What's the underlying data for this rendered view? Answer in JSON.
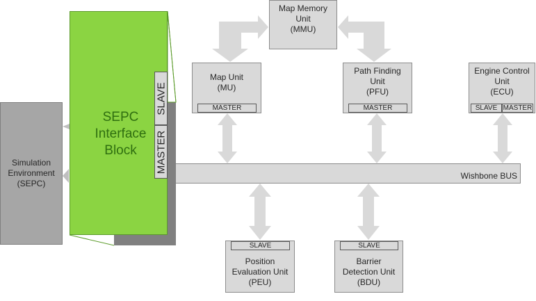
{
  "diagram": {
    "mmu": {
      "lines": [
        "Map Memory",
        "Unit",
        "(MMU)"
      ]
    },
    "mu": {
      "lines": [
        "Map Unit",
        "(MU)"
      ],
      "port": "MASTER"
    },
    "pfu": {
      "lines": [
        "Path Finding",
        "Unit",
        "(PFU)"
      ],
      "port": "MASTER"
    },
    "ecu": {
      "lines": [
        "Engine Control",
        "Unit",
        "(ECU)"
      ],
      "ports": [
        "SLAVE",
        "MASTER"
      ]
    },
    "peu": {
      "lines": [
        "Position",
        "Evaluation Unit",
        "(PEU)"
      ],
      "port": "SLAVE"
    },
    "bdu": {
      "lines": [
        "Barrier",
        "Detection Unit",
        "(BDU)"
      ],
      "port": "SLAVE"
    },
    "bus": {
      "label": "Wishbone BUS"
    },
    "sim_env": {
      "lines": [
        "Simulation",
        "Environment",
        "(SEPC)"
      ]
    },
    "sepc_block": {
      "lines": [
        "SEPC",
        "Interface",
        "Block"
      ],
      "ports": [
        "SLAVE",
        "MASTER"
      ]
    }
  },
  "colors": {
    "unit_fill": "#d9d9d9",
    "arrow_fill": "#d9d9d9",
    "sepc_green": "#8bd442",
    "sim_gray": "#a6a6a6",
    "shadow_gray": "#808080"
  }
}
